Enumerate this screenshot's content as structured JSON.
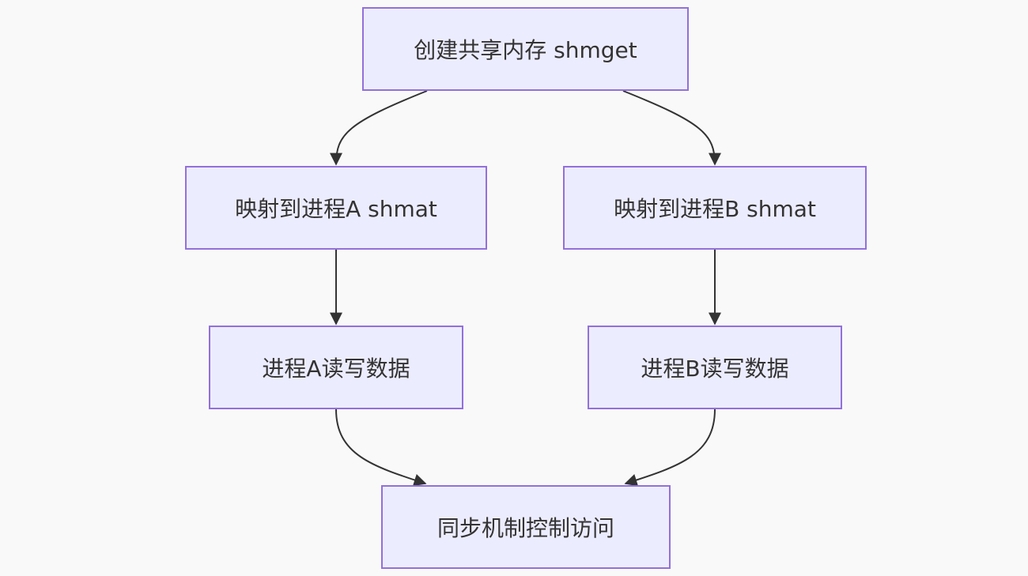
{
  "diagram": {
    "type": "flowchart",
    "colors": {
      "node_fill": "#ececff",
      "node_border": "#9370db",
      "edge": "#333333",
      "text": "#333333",
      "background": "#f9f9f9"
    },
    "nodes": {
      "create": "创建共享内存 shmget",
      "map_a": "映射到进程A shmat",
      "map_b": "映射到进程B shmat",
      "rw_a": "进程A读写数据",
      "rw_b": "进程B读写数据",
      "sync": "同步机制控制访问"
    },
    "edges": [
      {
        "from": "create",
        "to": "map_a"
      },
      {
        "from": "create",
        "to": "map_b"
      },
      {
        "from": "map_a",
        "to": "rw_a"
      },
      {
        "from": "map_b",
        "to": "rw_b"
      },
      {
        "from": "rw_a",
        "to": "sync"
      },
      {
        "from": "rw_b",
        "to": "sync"
      }
    ]
  }
}
